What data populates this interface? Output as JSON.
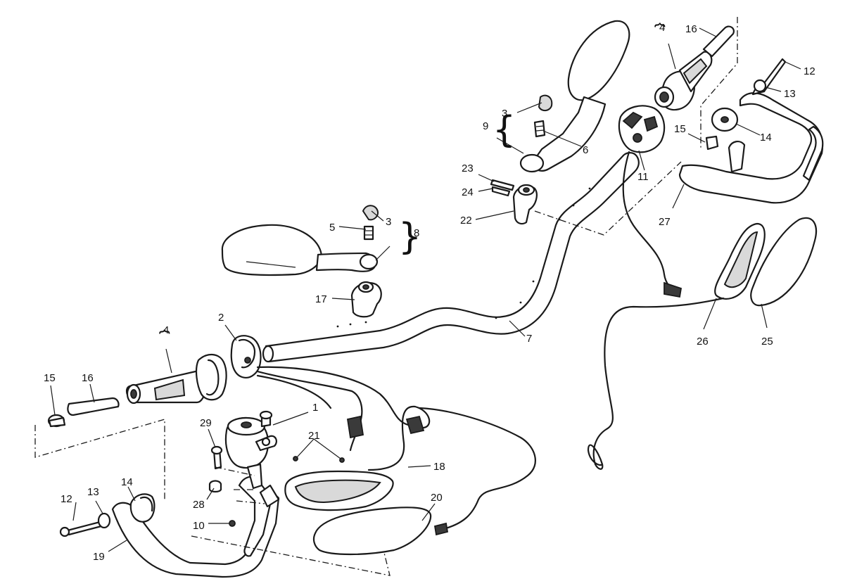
{
  "callouts": [
    {
      "id": "c1",
      "label": "1"
    },
    {
      "id": "c2",
      "label": "2"
    },
    {
      "id": "c3a",
      "label": "3"
    },
    {
      "id": "c3b",
      "label": "3"
    },
    {
      "id": "c4a",
      "label": "4"
    },
    {
      "id": "c4b",
      "label": "4"
    },
    {
      "id": "c5",
      "label": "5"
    },
    {
      "id": "c6",
      "label": "6"
    },
    {
      "id": "c7",
      "label": "7"
    },
    {
      "id": "c8",
      "label": "8"
    },
    {
      "id": "c9",
      "label": "9"
    },
    {
      "id": "c10",
      "label": "10"
    },
    {
      "id": "c11",
      "label": "11"
    },
    {
      "id": "c12a",
      "label": "12"
    },
    {
      "id": "c12b",
      "label": "12"
    },
    {
      "id": "c13a",
      "label": "13"
    },
    {
      "id": "c13b",
      "label": "13"
    },
    {
      "id": "c14a",
      "label": "14"
    },
    {
      "id": "c14b",
      "label": "14"
    },
    {
      "id": "c15a",
      "label": "15"
    },
    {
      "id": "c15b",
      "label": "15"
    },
    {
      "id": "c16a",
      "label": "16"
    },
    {
      "id": "c16b",
      "label": "16"
    },
    {
      "id": "c17",
      "label": "17"
    },
    {
      "id": "c18",
      "label": "18"
    },
    {
      "id": "c19",
      "label": "19"
    },
    {
      "id": "c20",
      "label": "20"
    },
    {
      "id": "c21",
      "label": "21"
    },
    {
      "id": "c22",
      "label": "22"
    },
    {
      "id": "c23",
      "label": "23"
    },
    {
      "id": "c24",
      "label": "24"
    },
    {
      "id": "c25",
      "label": "25"
    },
    {
      "id": "c26",
      "label": "26"
    },
    {
      "id": "c27",
      "label": "27"
    },
    {
      "id": "c28",
      "label": "28"
    },
    {
      "id": "c29",
      "label": "29"
    }
  ]
}
